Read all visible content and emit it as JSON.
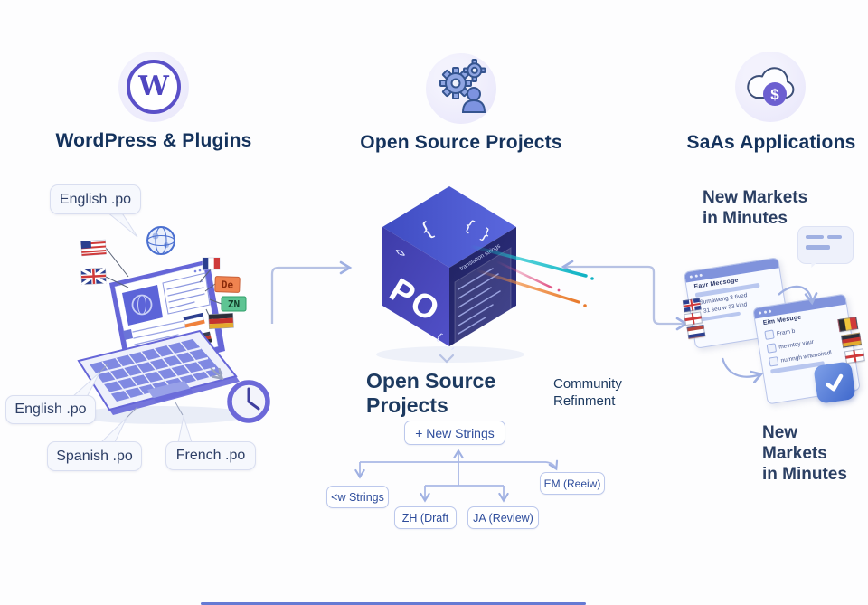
{
  "columns": [
    {
      "title": "WordPress & Plugins",
      "icon": "wordpress-icon"
    },
    {
      "title": "Open Source Projects",
      "icon": "gears-person-icon"
    },
    {
      "title": "SaAs Applications",
      "icon": "cloud-dollar-icon"
    }
  ],
  "icons": {
    "wordpress": "W",
    "dollar": "$"
  },
  "left": {
    "bubble_top": "English .po",
    "bubble_english": "English .po",
    "bubble_spanish": "Spanish .po",
    "bubble_french": "French .po",
    "chip_de": "De",
    "chip_zn": "ZN",
    "flags": [
      "us-flag",
      "uk-flag",
      "france-flag",
      "germany-flag"
    ]
  },
  "center": {
    "cube_label": "PO",
    "glyph_angle": "<>",
    "glyph_brace_a": "{",
    "glyph_brace_b": "{ }",
    "glyph_bottom": "{ .,",
    "code_header": "translation strings",
    "heading": "Open Source Projects",
    "community_line1": "Community",
    "community_line2": "Refinment",
    "workflow": {
      "root": "+ New Strings",
      "child_new": "<w Strings",
      "child_zh": "ZH (Draft",
      "child_ja": "JA (Review)",
      "child_em": "EM (Reeiw)"
    }
  },
  "right": {
    "markets_top_1": "New Markets",
    "markets_top_2": "in Minutes",
    "markets_bottom_1": "New Markets",
    "markets_bottom_2": "in Minutes",
    "window1": {
      "title": "Eavr Mecsoge",
      "line1": "Sumaweng 3 tived",
      "line2": "31 seu w 33 kind"
    },
    "window2": {
      "title": "Eim Mesuge",
      "row1": "Fram b",
      "row2": "mevntdy vaur",
      "row3": "numngh wrtenoimdl"
    }
  },
  "colors": {
    "accent_purple": "#5a50c8",
    "navy": "#14325c",
    "connector": "#b7c2e4",
    "cube_blue": "#3c3fae",
    "streak_cyan": "#18c2cc",
    "streak_orange": "#f08a3c",
    "streak_pink": "#e05585"
  }
}
